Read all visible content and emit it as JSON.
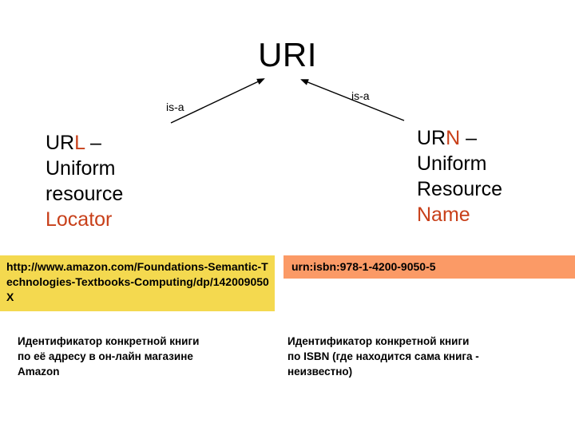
{
  "slide": {
    "title": "URI",
    "background_color": "#FFFFFF",
    "accent_color": "#C8401A",
    "url_box_color": "#F4D94F",
    "urn_box_color": "#FB9A66"
  },
  "edges": {
    "left_label": "is-a",
    "right_label": "is-a"
  },
  "branches": {
    "url": {
      "line1_prefix": "UR",
      "line1_accent": "L",
      "line1_suffix": " –",
      "line2": "Uniform",
      "line3": "resource",
      "line4_accent": "Locator",
      "example": "http://www.amazon.com/Foundations-Semantic-Technologies-Textbooks-Computing/dp/142009050X",
      "caption_line1": "Идентификатор конкретной книги",
      "caption_line2": "по её адресу в он-лайн магазине",
      "caption_line3": "Amazon"
    },
    "urn": {
      "line1_prefix": "UR",
      "line1_accent": "N",
      "line1_suffix": " –",
      "line2": "Uniform",
      "line3": "Resource",
      "line4_accent": "Name",
      "example": "urn:isbn:978-1-4200-9050-5",
      "caption_line1": "Идентификатор конкретной книги",
      "caption_line2": "по ISBN (где находится сама книга -",
      "caption_line3": "неизвестно)"
    }
  }
}
